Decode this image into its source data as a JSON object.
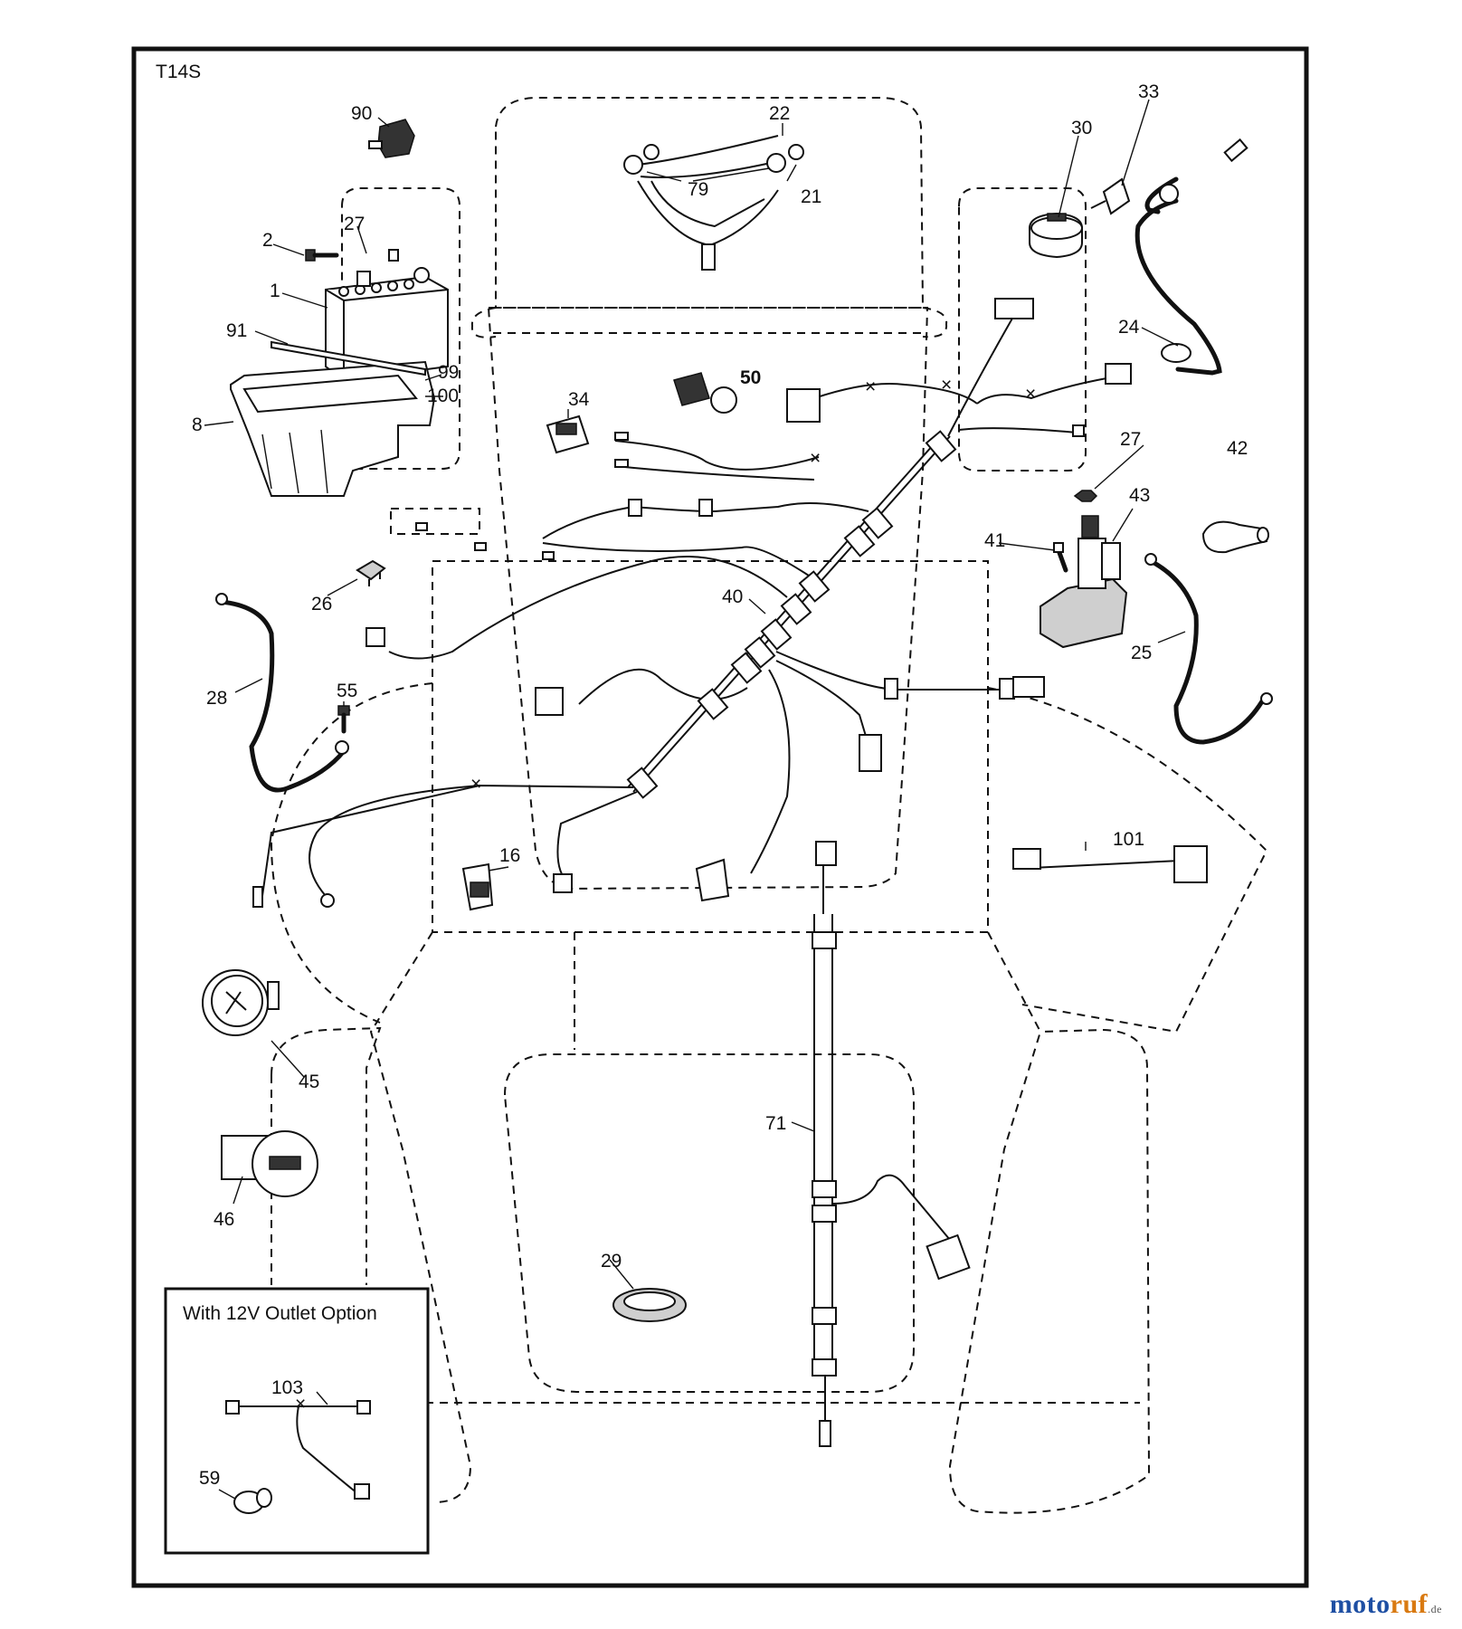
{
  "title": "T14S",
  "inset": {
    "title": "With 12V Outlet Option"
  },
  "logo": {
    "part1": "moto",
    "part2": "ruf",
    "tld": ".de"
  },
  "callouts": {
    "c1": "1",
    "c2": "2",
    "c8": "8",
    "c16": "16",
    "c21": "21",
    "c22": "22",
    "c24": "24",
    "c25": "25",
    "c26": "26",
    "c27a": "27",
    "c27b": "27",
    "c28": "28",
    "c29": "29",
    "c30": "30",
    "c33": "33",
    "c34": "34",
    "c40": "40",
    "c41": "41",
    "c42": "42",
    "c43": "43",
    "c45": "45",
    "c46": "46",
    "c50": "50",
    "c55": "55",
    "c59": "59",
    "c71": "71",
    "c79": "79",
    "c90": "90",
    "c91": "91",
    "c99": "99",
    "c100": "100",
    "c101": "101",
    "c103": "103"
  }
}
